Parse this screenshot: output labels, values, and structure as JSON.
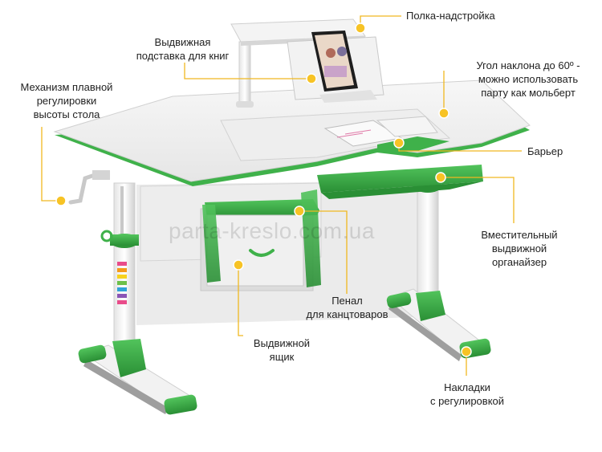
{
  "callouts": {
    "shelf": "Полка-надстройка",
    "book_stand": "Выдвижная\nподставка для книг",
    "height_mechanism": "Механизм плавной\nрегулировки\nвысоты стола",
    "tilt_angle": "Угол наклона до 60º -\nможно использовать\nпарту как мольберт",
    "barrier": "Барьер",
    "organizer": "Вместительный\nвыдвижной\nорганайзер",
    "pencil_case": "Пенал\nдля канцтоваров",
    "drawer": "Выдвижной\nящик",
    "pads": "Накладки\nс регулировкой"
  },
  "watermark": "parta-kreslo.com.ua",
  "colors": {
    "accent_green": "#3fb14a",
    "dark_green": "#2a8f35",
    "marker_yellow": "#f7c325",
    "leader_line": "#f0b820",
    "desk_white": "#f2f2f2",
    "desk_grey": "#d9d9d9"
  }
}
